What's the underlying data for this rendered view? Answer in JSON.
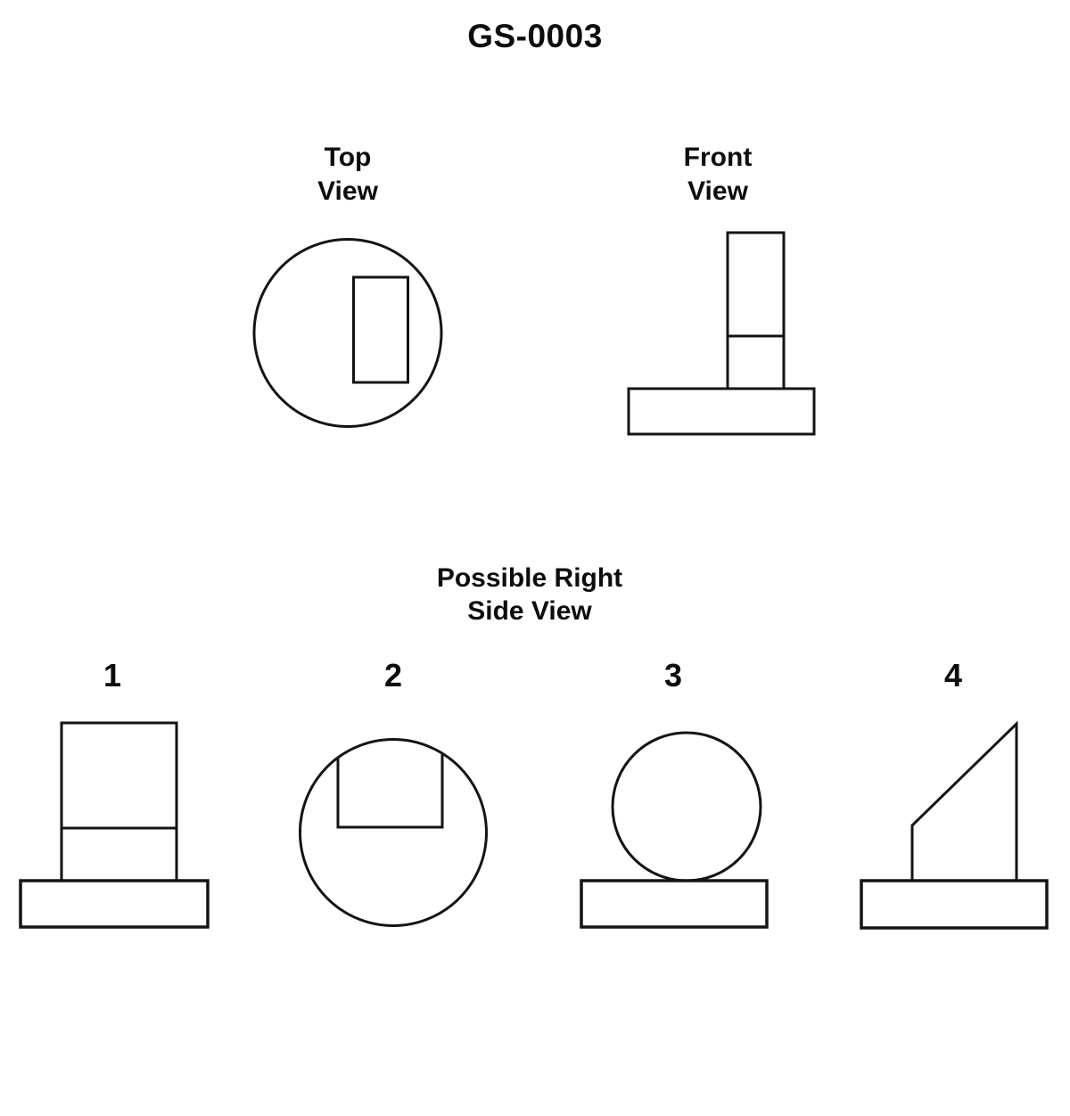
{
  "page": {
    "title": "GS-0003",
    "background_color": "#ffffff",
    "line_color": "#141414",
    "text_color": "#0d0d0d"
  },
  "views": {
    "top": {
      "label_line1": "Top",
      "label_line2": "View",
      "figure": "circle-with-inner-vertical-rectangle"
    },
    "front": {
      "label_line1": "Front",
      "label_line2": "View",
      "figure": "two-part-column-on-wide-base"
    }
  },
  "question": {
    "prompt_line1": "Possible Right",
    "prompt_line2": "Side View"
  },
  "options": [
    {
      "number": "1",
      "figure": "wide-two-part-column-on-base"
    },
    {
      "number": "2",
      "figure": "circle-with-rectangular-top-notch"
    },
    {
      "number": "3",
      "figure": "circle-resting-on-base"
    },
    {
      "number": "4",
      "figure": "right-angled-wedge-on-base"
    }
  ]
}
